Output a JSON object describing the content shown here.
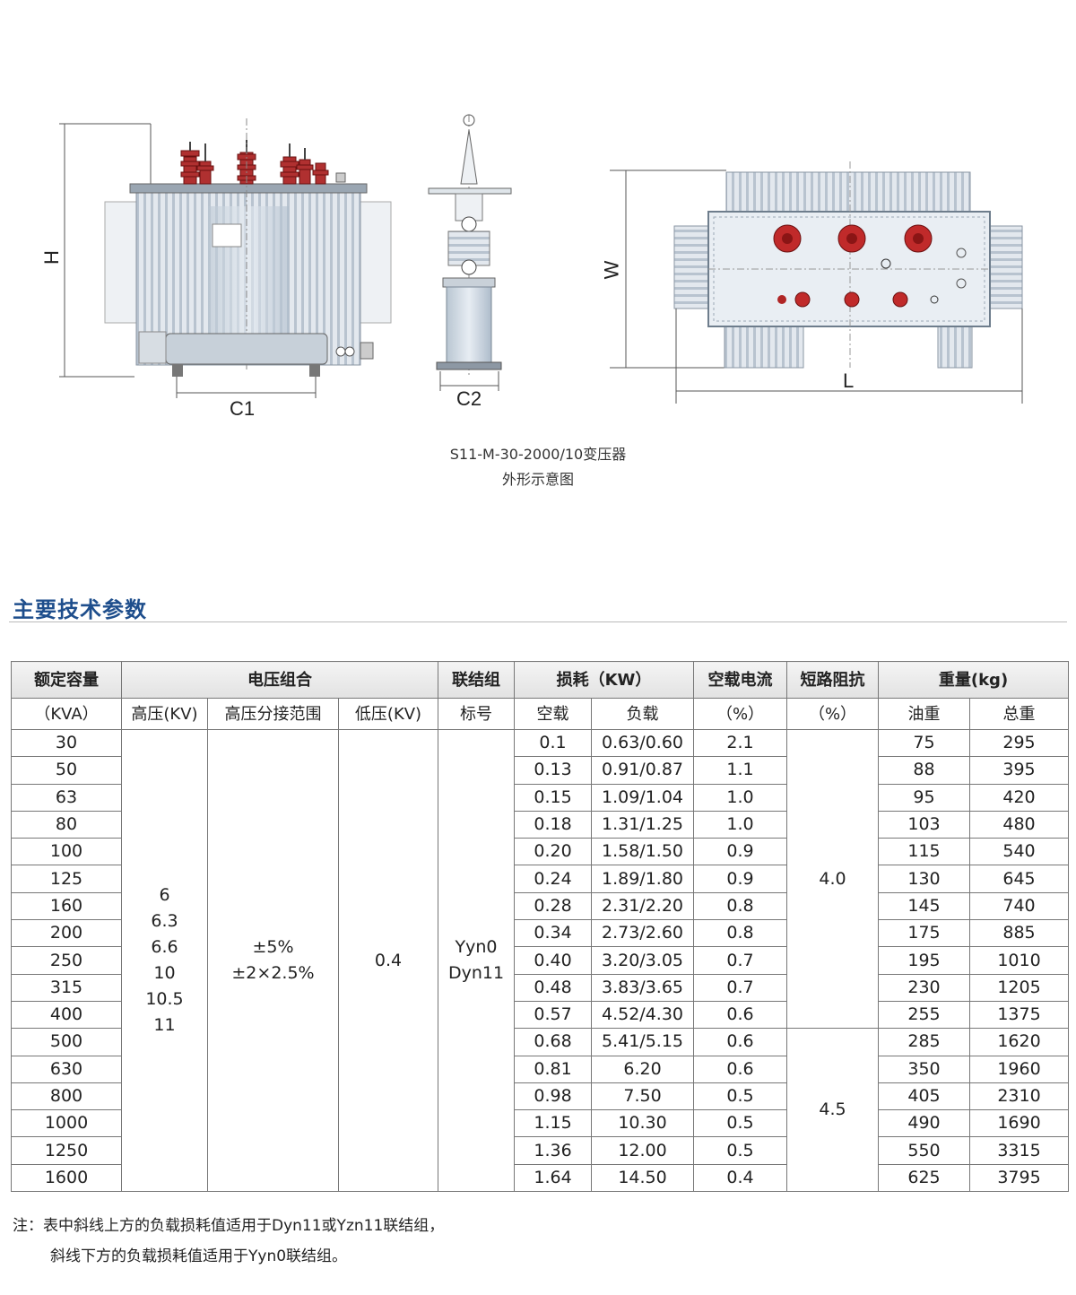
{
  "drawings": {
    "front_view": {
      "height_label": "H",
      "width_label": "C1"
    },
    "side_view": {
      "width_label": "C2"
    },
    "top_view": {
      "depth_label": "W",
      "length_label": "L"
    },
    "caption_line1": "S11-M-30-2000/10变压器",
    "caption_line2": "外形示意图"
  },
  "section_title": "主要技术参数",
  "table": {
    "header1": {
      "capacity": "额定容量",
      "voltage": "电压组合",
      "connection": "联结组",
      "loss": "损耗（KW）",
      "noload_current": "空载电流",
      "impedance": "短路阻抗",
      "weight": "重量(kg)"
    },
    "header2": {
      "capacity_unit": "（KVA）",
      "hv": "高压(KV)",
      "tap": "高压分接范围",
      "lv": "低压(KV)",
      "symbol": "标号",
      "noload": "空载",
      "load": "负载",
      "current_unit": "（%）",
      "impedance_unit": "（%）",
      "oil": "油重",
      "total": "总重"
    },
    "merged": {
      "hv_values": [
        "6",
        "6.3",
        "6.6",
        "10",
        "10.5",
        "11"
      ],
      "tap_values": [
        "±5%",
        "±2×2.5%"
      ],
      "lv_value": "0.4",
      "connection_values": [
        "Yyn0",
        "Dyn11"
      ],
      "impedance_a": "4.0",
      "impedance_b": "4.5"
    },
    "rows": [
      {
        "cap": "30",
        "nl": "0.1",
        "ld": "0.63/0.60",
        "cur": "2.1",
        "oil": "75",
        "tot": "295"
      },
      {
        "cap": "50",
        "nl": "0.13",
        "ld": "0.91/0.87",
        "cur": "1.1",
        "oil": "88",
        "tot": "395"
      },
      {
        "cap": "63",
        "nl": "0.15",
        "ld": "1.09/1.04",
        "cur": "1.0",
        "oil": "95",
        "tot": "420"
      },
      {
        "cap": "80",
        "nl": "0.18",
        "ld": "1.31/1.25",
        "cur": "1.0",
        "oil": "103",
        "tot": "480"
      },
      {
        "cap": "100",
        "nl": "0.20",
        "ld": "1.58/1.50",
        "cur": "0.9",
        "oil": "115",
        "tot": "540"
      },
      {
        "cap": "125",
        "nl": "0.24",
        "ld": "1.89/1.80",
        "cur": "0.9",
        "oil": "130",
        "tot": "645"
      },
      {
        "cap": "160",
        "nl": "0.28",
        "ld": "2.31/2.20",
        "cur": "0.8",
        "oil": "145",
        "tot": "740"
      },
      {
        "cap": "200",
        "nl": "0.34",
        "ld": "2.73/2.60",
        "cur": "0.8",
        "oil": "175",
        "tot": "885"
      },
      {
        "cap": "250",
        "nl": "0.40",
        "ld": "3.20/3.05",
        "cur": "0.7",
        "oil": "195",
        "tot": "1010"
      },
      {
        "cap": "315",
        "nl": "0.48",
        "ld": "3.83/3.65",
        "cur": "0.7",
        "oil": "230",
        "tot": "1205"
      },
      {
        "cap": "400",
        "nl": "0.57",
        "ld": "4.52/4.30",
        "cur": "0.6",
        "oil": "255",
        "tot": "1375"
      },
      {
        "cap": "500",
        "nl": "0.68",
        "ld": "5.41/5.15",
        "cur": "0.6",
        "oil": "285",
        "tot": "1620"
      },
      {
        "cap": "630",
        "nl": "0.81",
        "ld": "6.20",
        "cur": "0.6",
        "oil": "350",
        "tot": "1960"
      },
      {
        "cap": "800",
        "nl": "0.98",
        "ld": "7.50",
        "cur": "0.5",
        "oil": "405",
        "tot": "2310"
      },
      {
        "cap": "1000",
        "nl": "1.15",
        "ld": "10.30",
        "cur": "0.5",
        "oil": "490",
        "tot": "1690"
      },
      {
        "cap": "1250",
        "nl": "1.36",
        "ld": "12.00",
        "cur": "0.5",
        "oil": "550",
        "tot": "3315"
      },
      {
        "cap": "1600",
        "nl": "1.64",
        "ld": "14.50",
        "cur": "0.4",
        "oil": "625",
        "tot": "3795"
      }
    ]
  },
  "notes": {
    "line1": "注：表中斜线上方的负载损耗值适用于Dyn11或Yzn11联结组，",
    "line2": "斜线下方的负载损耗值适用于Yyn0联结组。"
  }
}
